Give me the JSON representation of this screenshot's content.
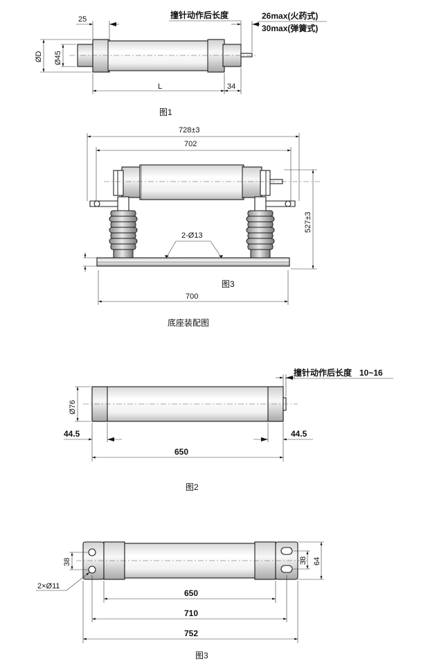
{
  "figure1": {
    "caption": "图1",
    "dim_25": "25",
    "dim_od": "ØD",
    "dim_45": "Ø45",
    "dim_l": "L",
    "dim_34": "34",
    "striker_label": "撞针动作后长度",
    "striker_26": "26max(火药式)",
    "striker_30": "30max(弹簧式)"
  },
  "base": {
    "caption": "图3",
    "title": "底座装配图",
    "dim_728": "728±3",
    "dim_702": "702",
    "dim_527": "527±3",
    "dim_holes": "2-Ø13",
    "dim_700": "700"
  },
  "figure2": {
    "caption": "图2",
    "dim_76": "Ø76",
    "dim_left": "44.5",
    "dim_right": "44.5",
    "dim_650": "650",
    "striker_label": "撞针动作后长度",
    "striker_value": "10~16"
  },
  "figure3": {
    "caption": "图3",
    "dim_38_left": "38",
    "dim_38_right": "38",
    "dim_64": "64",
    "dim_holes": "2×Ø11",
    "dim_650": "650",
    "dim_710": "710",
    "dim_752": "752"
  }
}
